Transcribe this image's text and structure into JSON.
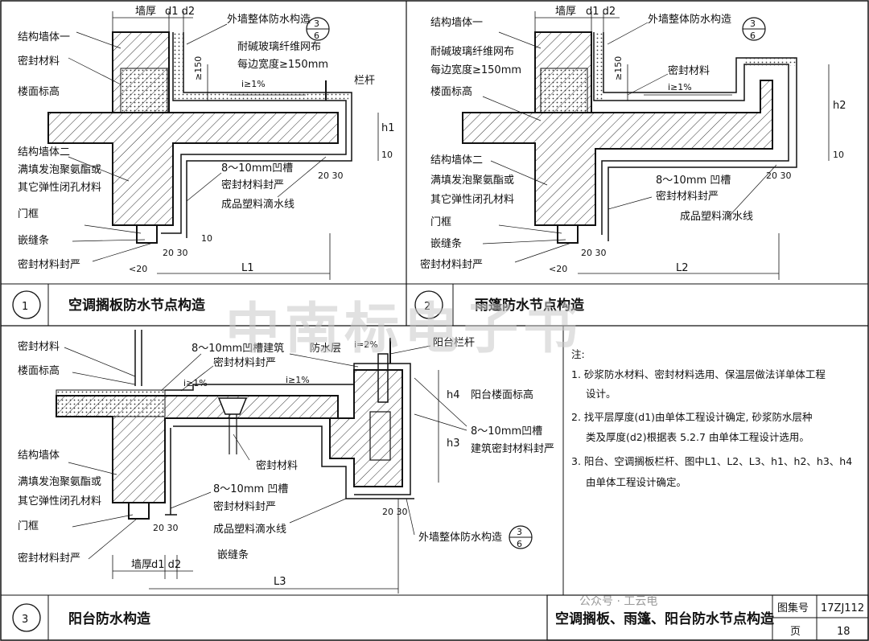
{
  "detail1": {
    "number": "1",
    "title": "空调搁板防水节点构造",
    "labels": {
      "wall1": "结构墙体一",
      "sealant": "密封材料",
      "floor_level": "楼面标高",
      "wall2": "结构墙体二",
      "foam1": "满填发泡聚氨酯或",
      "foam2": "其它弹性闭孔材料",
      "door_frame": "门框",
      "insert_strip": "嵌缝条",
      "seal_tight": "密封材料封严",
      "wall_thick": "墙厚",
      "d1d2": "d1 d2",
      "exterior_ref": "外墙整体防水构造",
      "mesh1": "耐碱玻璃纤维网布",
      "mesh2": "每边宽度≥150mm",
      "railing": "栏杆",
      "slope": "i≥1%",
      "groove": "8～10mm凹槽",
      "groove_seal": "密封材料封严",
      "drip": "成品塑料滴水线",
      "dim150": "≥150",
      "h1": "h1",
      "dim10": "10",
      "dim20_30": "20 30",
      "dim20_30b": "20 30",
      "dim10b": "10",
      "dim20": "<20",
      "L": "L1",
      "ref_top": "3",
      "ref_bottom": "6"
    }
  },
  "detail2": {
    "number": "2",
    "title": "雨篷防水节点构造",
    "labels": {
      "wall1": "结构墙体一",
      "mesh1": "耐碱玻璃纤维网布",
      "mesh2": "每边宽度≥150mm",
      "floor_level": "楼面标高",
      "wall2": "结构墙体二",
      "foam1": "满填发泡聚氨酯或",
      "foam2": "其它弹性闭孔材料",
      "door_frame": "门框",
      "insert_strip": "嵌缝条",
      "seal_tight": "密封材料封严",
      "wall_thick": "墙厚",
      "d1d2": "d1 d2",
      "exterior_ref": "外墙整体防水构造",
      "sealant": "密封材料",
      "slope": "i≥1%",
      "groove": "8～10mm 凹槽",
      "groove_seal": "密封材料封严",
      "drip": "成品塑料滴水线",
      "dim150": "≥150",
      "h2": "h2",
      "dim10": "10",
      "dim20_30": "20 30",
      "dim20_30b": "20 30",
      "dim20": "<20",
      "L": "L2",
      "ref_top": "3",
      "ref_bottom": "6"
    }
  },
  "detail3": {
    "number": "3",
    "title": "阳台防水构造",
    "labels": {
      "sealant": "密封材料",
      "floor_level": "楼面标高",
      "groove_top": "8～10mm凹槽建筑",
      "groove_top2": "密封材料封严",
      "waterproof": "防水层",
      "slope_2": "i=2%",
      "balcony_railing": "阳台栏杆",
      "slope1": "i≥1%",
      "slope2": "i≥1%",
      "h4": "h4",
      "balcony_level": "阳台楼面标高",
      "h3": "h3",
      "groove_r": "8～10mm凹槽",
      "groove_r2": "建筑密封材料封严",
      "wall": "结构墙体",
      "sealant_mid": "密封材料",
      "foam1": "满填发泡聚氨酯或",
      "foam2": "其它弹性闭孔材料",
      "door_frame": "门框",
      "seal_tight": "密封材料封严",
      "groove": "8～10mm 凹槽",
      "groove_seal": "密封材料封严",
      "drip": "成品塑料滴水线",
      "insert_strip": "嵌缝条",
      "dim20_30": "20 30",
      "dim20_30b": "20 30",
      "exterior_ref": "外墙整体防水构造",
      "wall_thick": "墙厚",
      "d1d2": "d1 d2",
      "L": "L3",
      "ref_top": "3",
      "ref_bottom": "6"
    }
  },
  "notes": {
    "heading": "注:",
    "n1a": "1. 砂浆防水材料、密封材料选用、保温层做法详单体工程",
    "n1b": "设计。",
    "n2a": "2. 找平层厚度(d1)由单体工程设计确定, 砂浆防水层种",
    "n2b": "类及厚度(d2)根据表 5.2.7 由单体工程设计选用。",
    "n3a": "3. 阳台、空调搁板栏杆、图中L1、L2、L3、h1、h2、h3、h4",
    "n3b": "由单体工程设计确定。"
  },
  "title_block": {
    "title": "空调搁板、雨篷、阳台防水节点构造",
    "atlas_label": "图集号",
    "atlas_no": "17ZJ112",
    "page_label": "页",
    "page_no": "18"
  },
  "watermark": {
    "main": "中南标电子书",
    "wechat": "公众号 · 工云电"
  }
}
